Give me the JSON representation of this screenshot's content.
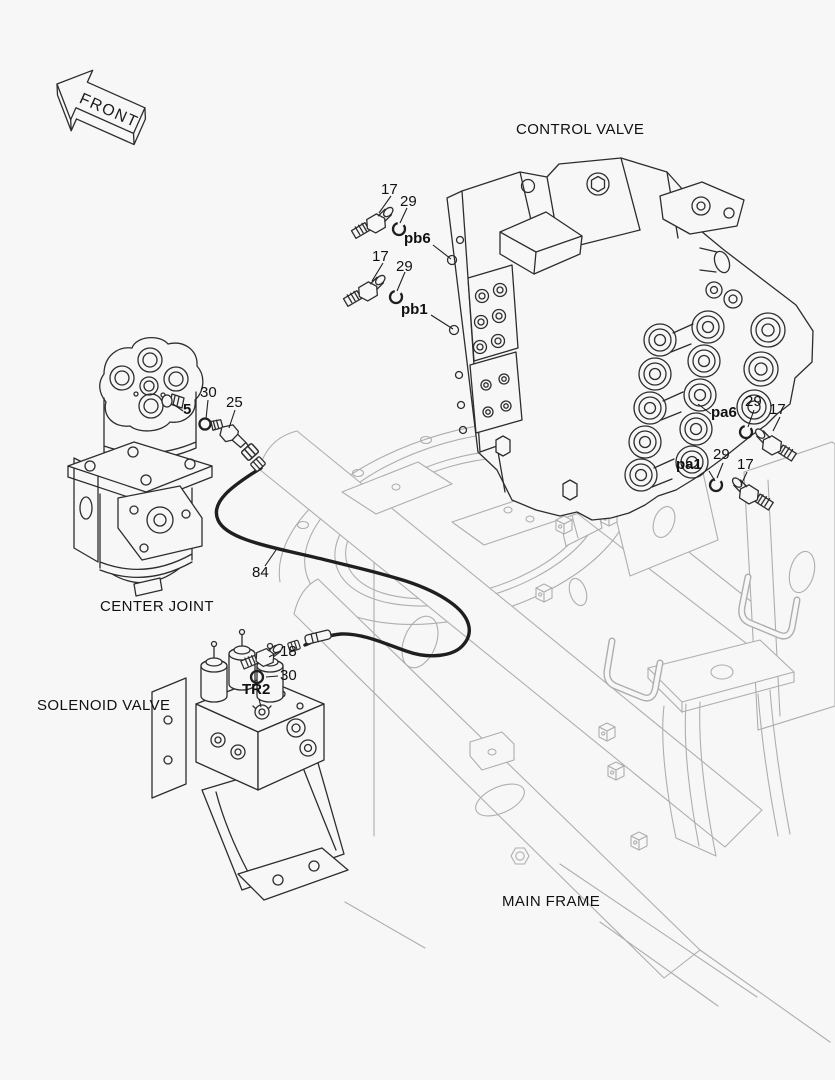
{
  "colors": {
    "background": "#f7f7f8",
    "part_line": "#2d2d2d",
    "frame_line": "#aeaeae",
    "label_text": "#111111"
  },
  "front_arrow": {
    "label": "FRONT"
  },
  "section_labels": {
    "control_valve": "CONTROL VALVE",
    "center_joint": "CENTER JOINT",
    "solenoid_valve": "SOLENOID VALVE",
    "main_frame": "MAIN FRAME"
  },
  "callouts": [
    {
      "part": "17",
      "ref": "elbow-fitting-at-pb6"
    },
    {
      "part": "29",
      "ref": "o-ring-at-pb6"
    },
    {
      "part": "pb6",
      "ref": "port-pb6"
    },
    {
      "part": "17",
      "ref": "elbow-fitting-at-pb1"
    },
    {
      "part": "29",
      "ref": "o-ring-at-pb1"
    },
    {
      "part": "pb1",
      "ref": "port-pb1"
    },
    {
      "part": "pa6",
      "ref": "port-pa6"
    },
    {
      "part": "29",
      "ref": "o-ring-at-pa6"
    },
    {
      "part": "17",
      "ref": "elbow-fitting-at-pa6"
    },
    {
      "part": "pa1",
      "ref": "port-pa1"
    },
    {
      "part": "29",
      "ref": "o-ring-at-pa1"
    },
    {
      "part": "17",
      "ref": "elbow-fitting-at-pa1"
    },
    {
      "part": "30",
      "ref": "o-ring-at-center-joint"
    },
    {
      "part": "25",
      "ref": "adapter-at-center-joint"
    },
    {
      "part": "5",
      "ref": "center-joint-port"
    },
    {
      "part": "84",
      "ref": "hose"
    },
    {
      "part": "18",
      "ref": "elbow-fitting-at-solenoid"
    },
    {
      "part": "30",
      "ref": "o-ring-at-solenoid"
    },
    {
      "part": "TR2",
      "ref": "port-tr2"
    }
  ]
}
